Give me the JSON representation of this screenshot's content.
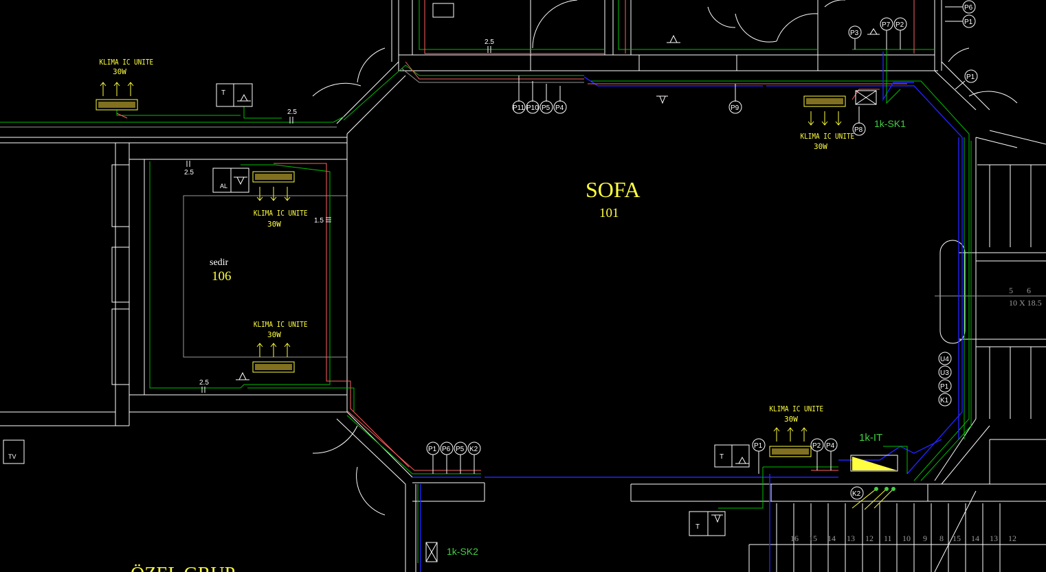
{
  "rooms": {
    "sofa": {
      "name": "SOFA",
      "number": "101"
    },
    "sedir": {
      "name": "sedir",
      "number": "106"
    },
    "ozel": {
      "name": "ÖZEL GRUP"
    }
  },
  "ac_units": {
    "top_left": {
      "label": "KLIMA IC UNITE",
      "power": "30W"
    },
    "sedir_top": {
      "label": "KLIMA IC UNITE",
      "power": "30W"
    },
    "sedir_bottom": {
      "label": "KLIMA IC UNITE",
      "power": "30W"
    },
    "top_right": {
      "label": "KLIMA IC UNITE",
      "power": "30W"
    },
    "bottom_right": {
      "label": "KLIMA IC UNITE",
      "power": "30W"
    }
  },
  "panels": {
    "sk1": "1k-SK1",
    "sk2": "1k-SK2",
    "it": "1k-IT"
  },
  "cable_sizes": {
    "a": "2.5",
    "b": "2.5",
    "c": "2.5",
    "d": "1.5",
    "e": "2.5"
  },
  "symbol_letters": {
    "t1": "T",
    "al": "AL",
    "tv": "TV",
    "t2": "T",
    "t3": "T"
  },
  "circle_tags": {
    "top_center": [
      "P11",
      "P10",
      "P5",
      "P4"
    ],
    "p9": "P9",
    "p8": "P8",
    "top_right_group": [
      "P3",
      "P7",
      "P2"
    ],
    "far_right_top": [
      "P6",
      "P1"
    ],
    "corner_p1": "P1",
    "stair_right": [
      "U4",
      "U3",
      "P1",
      "K1"
    ],
    "bottom_left_group": [
      "P1",
      "P6",
      "P5",
      "K2"
    ],
    "bottom_right_p1": "P1",
    "bottom_right_pair": [
      "P2",
      "P4"
    ],
    "k2": "K2"
  },
  "stair_labels": {
    "top": [
      "5",
      "6"
    ],
    "size": "10 X 18.5",
    "bottom": [
      "16",
      "15",
      "14",
      "13",
      "12",
      "11",
      "10",
      "9",
      "8",
      "15",
      "14",
      "13",
      "12"
    ]
  }
}
